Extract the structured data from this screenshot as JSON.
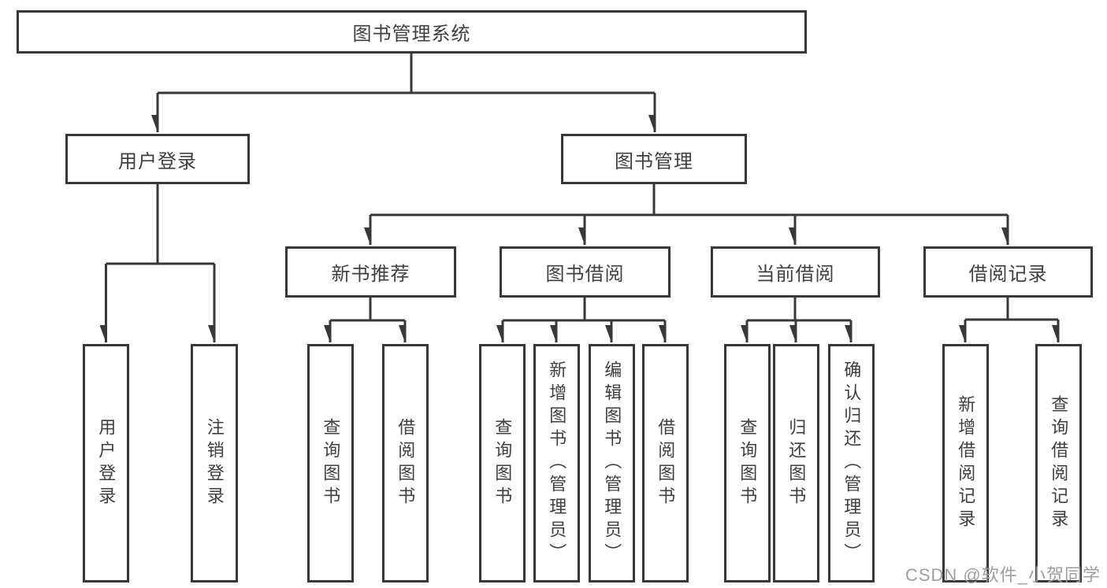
{
  "tree": {
    "label": "图书管理系统",
    "children": [
      {
        "label": "用户登录",
        "children": [
          {
            "label": "用户登录"
          },
          {
            "label": "注销登录"
          }
        ]
      },
      {
        "label": "图书管理",
        "children": [
          {
            "label": "新书推荐",
            "children": [
              {
                "label": "查询图书"
              },
              {
                "label": "借阅图书"
              }
            ]
          },
          {
            "label": "图书借阅",
            "children": [
              {
                "label": "查询图书"
              },
              {
                "label": "新增图书（管理员）"
              },
              {
                "label": "编辑图书（管理员）"
              },
              {
                "label": "借阅图书"
              }
            ]
          },
          {
            "label": "当前借阅",
            "children": [
              {
                "label": "查询图书"
              },
              {
                "label": "归还图书"
              },
              {
                "label": "确认归还（管理员）"
              }
            ]
          },
          {
            "label": "借阅记录",
            "children": [
              {
                "label": "新增借阅记录"
              },
              {
                "label": "查询借阅记录"
              }
            ]
          }
        ]
      }
    ]
  },
  "watermark": {
    "text": "CSDN @软件_小贺同学"
  },
  "colors": {
    "line": "#383838",
    "text": "#3f3f3f",
    "background": "#ffffff",
    "watermark": "#9e9e9e"
  }
}
